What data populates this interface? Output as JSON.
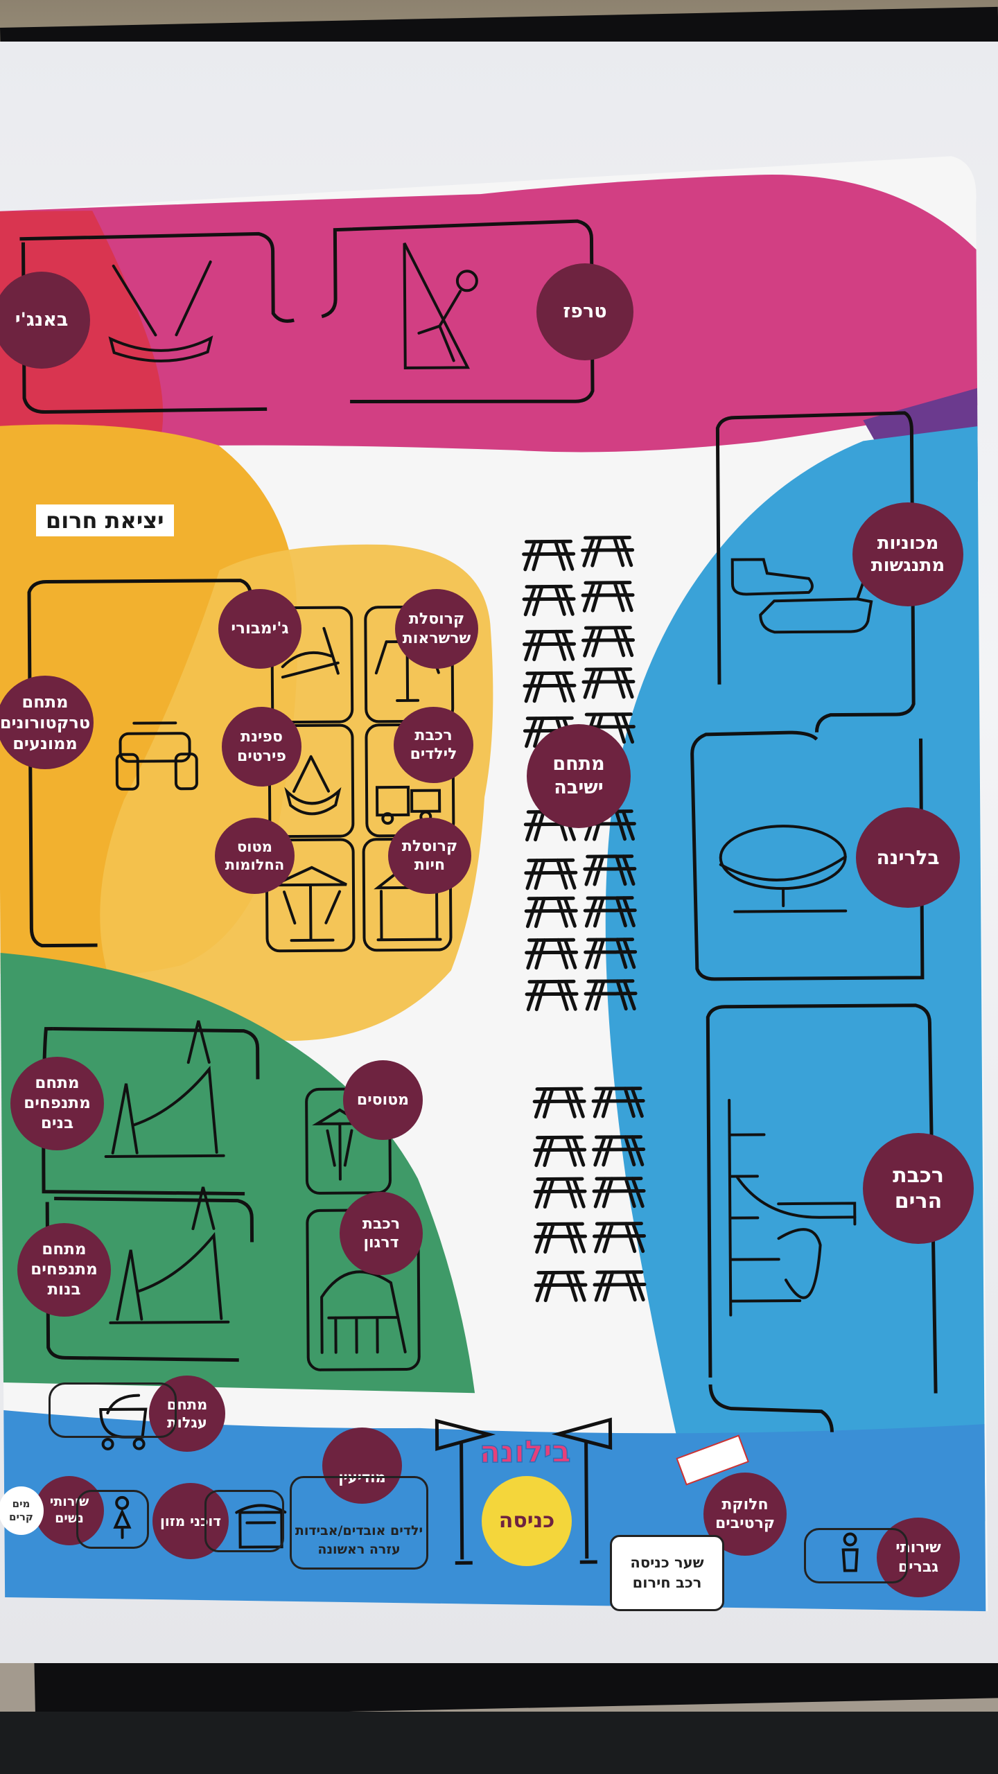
{
  "zones": {
    "trampoline": "טרפז",
    "bungee": "באנג'י",
    "bumper_cars": "מכוניות\nמתנגשות",
    "ballerina": "בלרינה",
    "roller_coaster": "רכבת\nהרים",
    "tractors_area": "מתחם\nטרקטורונים\nממונעים",
    "gymbori": "ג'ימבורי",
    "chain_carousel": "קרוסלת\nשרשראות",
    "pirate_ship": "ספינת\nפירטים",
    "kids_train": "רכבת\nלילדים",
    "dream_plane": "מטוס\nהחלומות",
    "animal_carousel": "קרוסלת\nחיות",
    "seating_area": "מתחם\nישיבה",
    "boys_inflatables": "מתחם\nמתנפחים\nבנים",
    "girls_inflatables": "מתחם\nמתנפחים\nבנות",
    "planes": "מטוסים",
    "dragon_train": "רכבת\nדרגון",
    "strollers": "מתחם\nעגלות",
    "info": "מודיעין",
    "food_stands": "דוכני מזון",
    "womens_restrooms": "שירותי\nנשים",
    "hot_water": "מים\nקרים",
    "mens_restrooms": "שירותי\nגברים",
    "tickets": "חלוקת\nקרטיבים",
    "entrance": "כניסה"
  },
  "labels": {
    "emergency_exit": "יציאת חרום",
    "info_note": "ילדים אובדים/אבידות\nעזרה ראשונה",
    "emergency_gate": "שער כניסה\nרכב חירום",
    "logo": "בילונה"
  },
  "colors": {
    "magenta": "#d23f83",
    "red": "#d9344a",
    "yellow": "#f2b12f",
    "light_yellow": "#f3c24e",
    "green": "#3f9a68",
    "blue": "#3aa2d8",
    "purple": "#6b3a8e",
    "tag": "#6e2340"
  }
}
